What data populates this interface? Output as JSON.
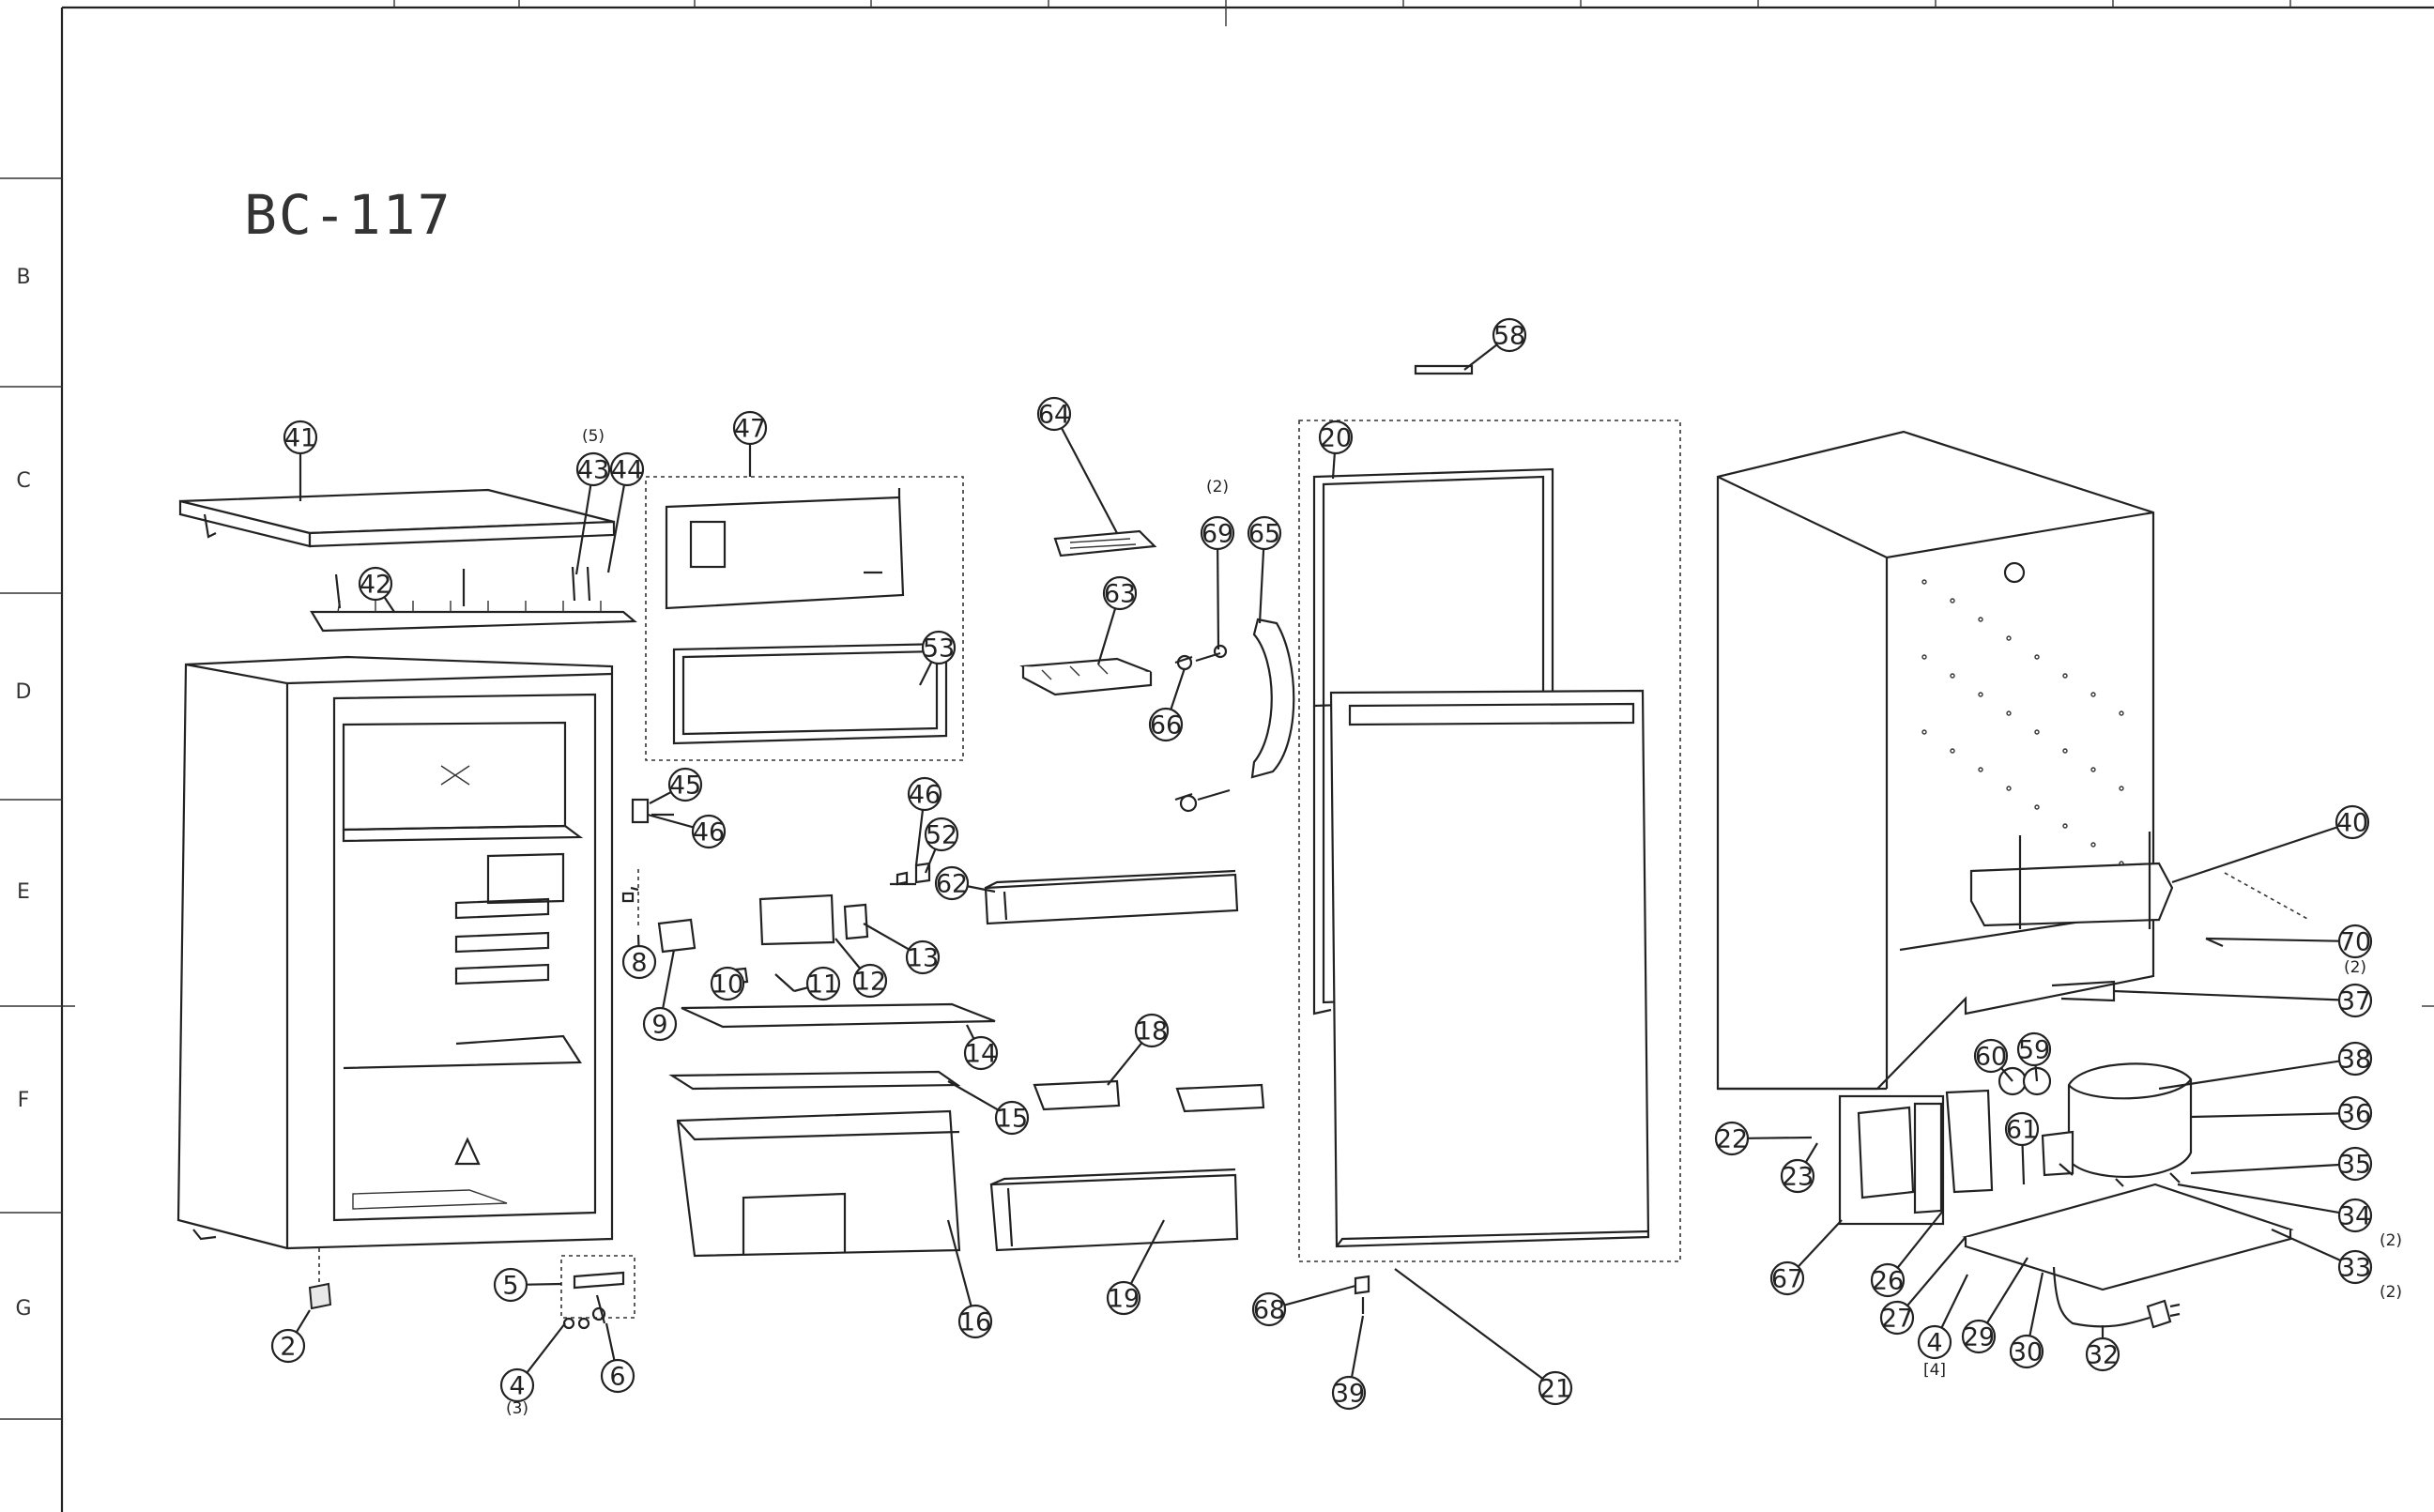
{
  "model_label": "BC-117",
  "frame": {
    "row_labels": [
      "B",
      "C",
      "D",
      "E",
      "F",
      "G"
    ]
  },
  "callouts": [
    {
      "num": "58"
    },
    {
      "num": "41"
    },
    {
      "num": "43",
      "qty": "(5)"
    },
    {
      "num": "44"
    },
    {
      "num": "42"
    },
    {
      "num": "47"
    },
    {
      "num": "53"
    },
    {
      "num": "64"
    },
    {
      "num": "63"
    },
    {
      "num": "69",
      "qty": "(2)"
    },
    {
      "num": "65"
    },
    {
      "num": "66"
    },
    {
      "num": "20"
    },
    {
      "num": "45"
    },
    {
      "num": "46"
    },
    {
      "num": "46"
    },
    {
      "num": "52"
    },
    {
      "num": "62"
    },
    {
      "num": "8"
    },
    {
      "num": "9"
    },
    {
      "num": "10"
    },
    {
      "num": "11"
    },
    {
      "num": "12"
    },
    {
      "num": "13"
    },
    {
      "num": "14"
    },
    {
      "num": "15"
    },
    {
      "num": "18"
    },
    {
      "num": "16"
    },
    {
      "num": "19"
    },
    {
      "num": "5"
    },
    {
      "num": "4",
      "qty": "(3)"
    },
    {
      "num": "6"
    },
    {
      "num": "2"
    },
    {
      "num": "68"
    },
    {
      "num": "39"
    },
    {
      "num": "21"
    },
    {
      "num": "40"
    },
    {
      "num": "70",
      "qty": "(2)"
    },
    {
      "num": "37"
    },
    {
      "num": "60"
    },
    {
      "num": "59"
    },
    {
      "num": "38"
    },
    {
      "num": "36"
    },
    {
      "num": "61"
    },
    {
      "num": "22"
    },
    {
      "num": "23"
    },
    {
      "num": "35"
    },
    {
      "num": "34",
      "qty": "(2)"
    },
    {
      "num": "33",
      "qty": "(2)"
    },
    {
      "num": "67"
    },
    {
      "num": "26"
    },
    {
      "num": "27"
    },
    {
      "num": "4",
      "qty": "[4]"
    },
    {
      "num": "29"
    },
    {
      "num": "30"
    },
    {
      "num": "32"
    }
  ]
}
